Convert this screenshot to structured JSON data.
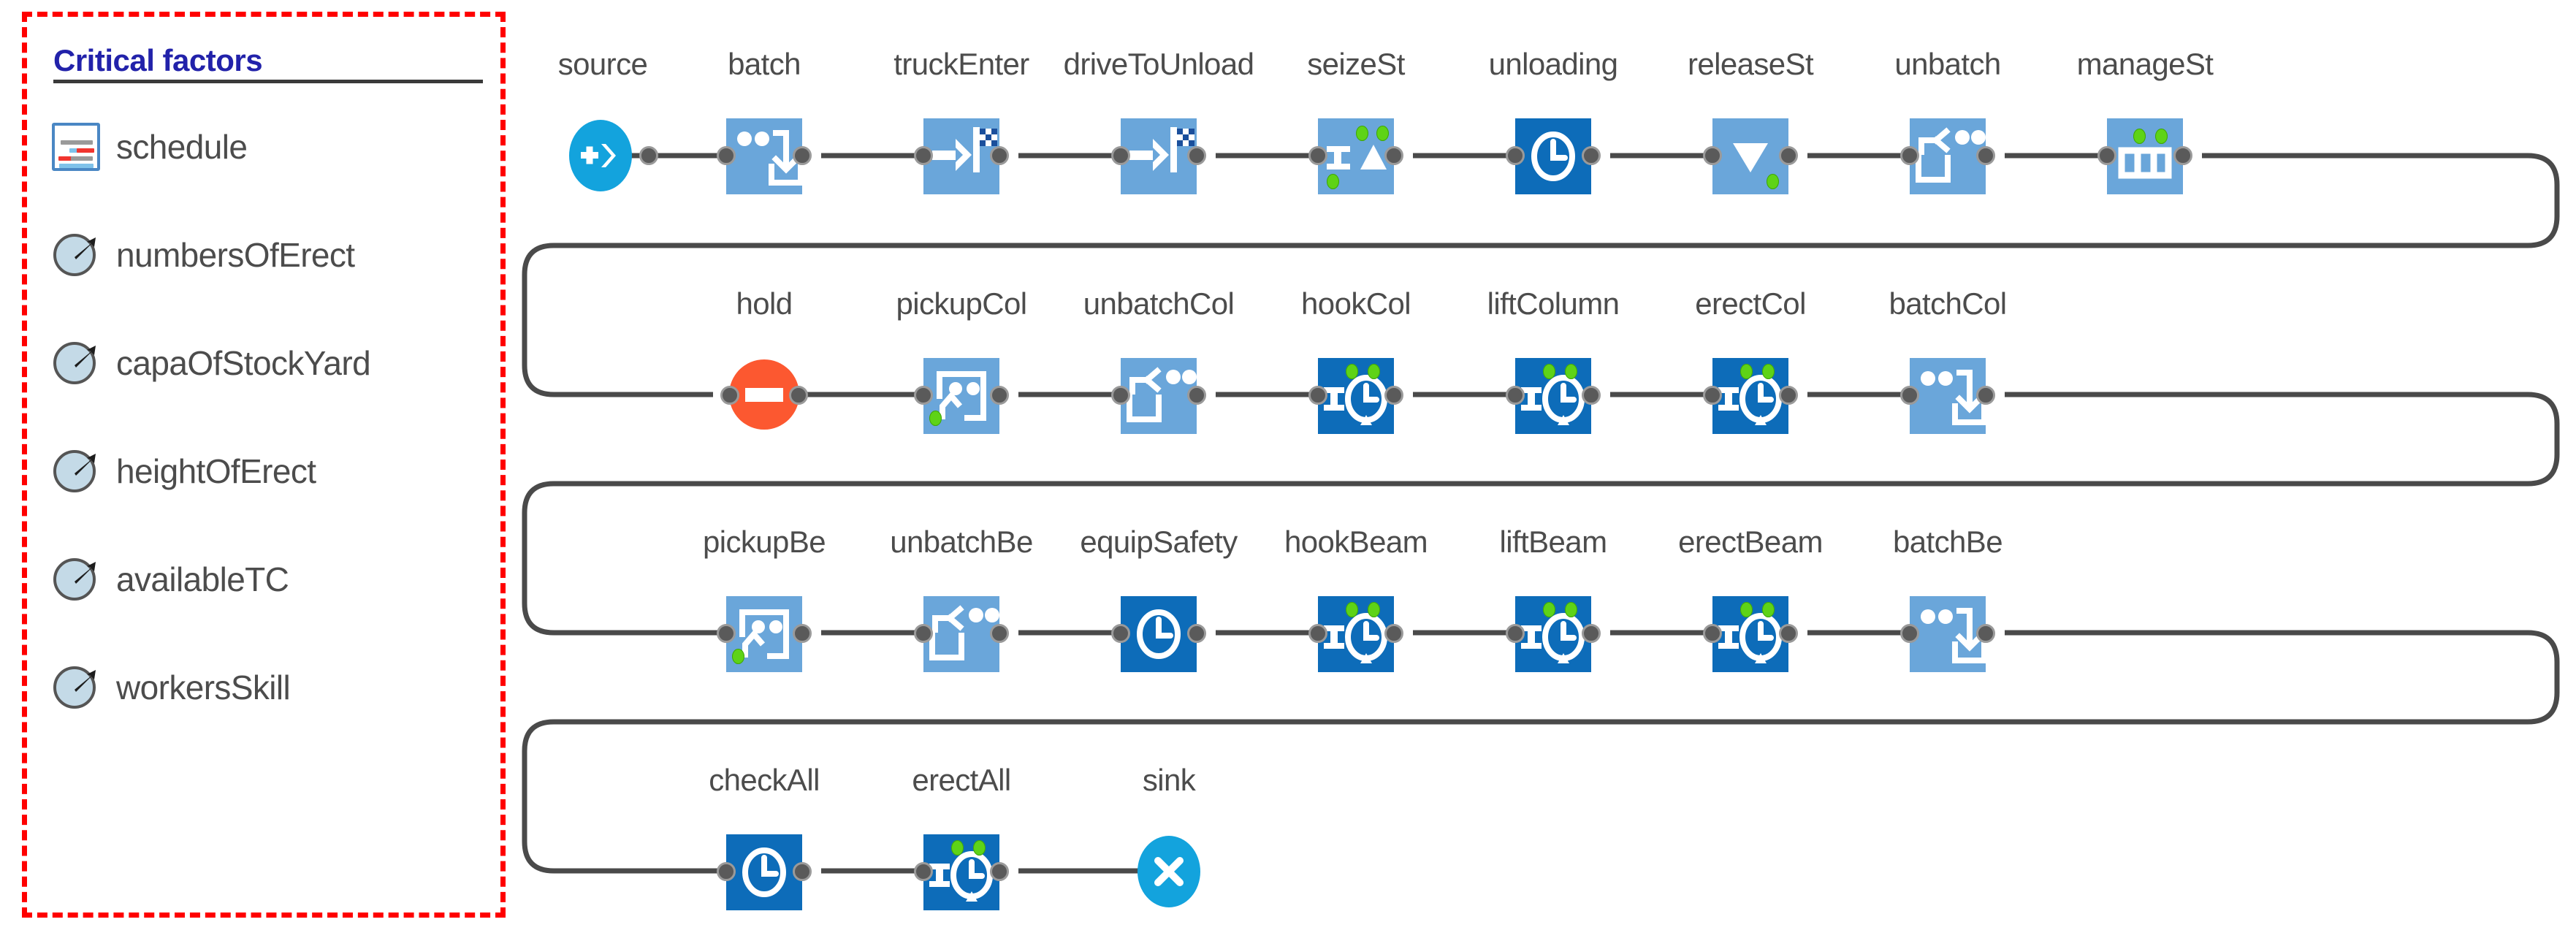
{
  "panel": {
    "title": "Critical factors",
    "border_color": "#ff0000",
    "title_color": "#2222aa",
    "items": [
      {
        "label": "schedule",
        "icon": "schedule-gantt-icon"
      },
      {
        "label": "numbersOfErect",
        "icon": "parameter-dial-icon"
      },
      {
        "label": "capaOfStockYard",
        "icon": "parameter-dial-icon"
      },
      {
        "label": "heightOfErect",
        "icon": "parameter-dial-icon"
      },
      {
        "label": "availableTC",
        "icon": "parameter-dial-icon"
      },
      {
        "label": "workersSkill",
        "icon": "parameter-dial-icon"
      }
    ]
  },
  "colors": {
    "block_light": "#6aa6da",
    "block_dark": "#0d6cb9",
    "source_sink": "#13a3dd",
    "hold": "#fc5830",
    "status_dot": "#5ed317",
    "wire": "#4a4a4a",
    "label_text": "#4c4c4c"
  },
  "flow": {
    "rows": [
      {
        "id": "row-1",
        "nodes": [
          {
            "label": "source",
            "shape": "ellipse",
            "icon": "source-plus-arrow-icon",
            "fill": "source_sink"
          },
          {
            "label": "batch",
            "shape": "block",
            "icon": "batch-icon",
            "fill": "light",
            "dots": []
          },
          {
            "label": "truckEnter",
            "shape": "block",
            "icon": "enter-flag-icon",
            "fill": "light",
            "dots": []
          },
          {
            "label": "driveToUnload",
            "shape": "block",
            "icon": "enter-flag-icon",
            "fill": "light",
            "dots": []
          },
          {
            "label": "seizeSt",
            "shape": "block",
            "icon": "seize-resource-icon",
            "fill": "light",
            "dots": [
              "tl",
              "tr",
              "bl"
            ]
          },
          {
            "label": "unloading",
            "shape": "block",
            "icon": "delay-clock-icon",
            "fill": "dark",
            "dots": []
          },
          {
            "label": "releaseSt",
            "shape": "block",
            "icon": "release-triangle-icon",
            "fill": "light",
            "dots": [
              "br"
            ]
          },
          {
            "label": "unbatch",
            "shape": "block",
            "icon": "unbatch-icon",
            "fill": "light",
            "dots": []
          },
          {
            "label": "manageSt",
            "shape": "block",
            "icon": "resource-pool-icon",
            "fill": "light",
            "dots": [
              "tl",
              "tr"
            ]
          }
        ]
      },
      {
        "id": "row-2",
        "nodes": [
          {
            "label": "hold",
            "shape": "hold",
            "icon": "hold-bar-icon",
            "fill": "hold"
          },
          {
            "label": "pickupCol",
            "shape": "block",
            "icon": "pickup-icon",
            "fill": "light",
            "dots": [
              "bl"
            ]
          },
          {
            "label": "unbatchCol",
            "shape": "block",
            "icon": "unbatch-icon",
            "fill": "light",
            "dots": []
          },
          {
            "label": "hookCol",
            "shape": "block",
            "icon": "seize-delay-clock-icon",
            "fill": "dark",
            "dots": [
              "tl",
              "tr"
            ]
          },
          {
            "label": "liftColumn",
            "shape": "block",
            "icon": "seize-delay-clock-icon",
            "fill": "dark",
            "dots": [
              "tl",
              "tr"
            ]
          },
          {
            "label": "erectCol",
            "shape": "block",
            "icon": "seize-delay-clock-icon",
            "fill": "dark",
            "dots": [
              "tl",
              "tr"
            ]
          },
          {
            "label": "batchCol",
            "shape": "block",
            "icon": "batch-icon",
            "fill": "light",
            "dots": []
          }
        ]
      },
      {
        "id": "row-3",
        "nodes": [
          {
            "label": "pickupBe",
            "shape": "block",
            "icon": "pickup-icon",
            "fill": "light",
            "dots": [
              "bl"
            ]
          },
          {
            "label": "unbatchBe",
            "shape": "block",
            "icon": "unbatch-icon",
            "fill": "light",
            "dots": []
          },
          {
            "label": "equipSafety",
            "shape": "block",
            "icon": "delay-clock-icon",
            "fill": "dark",
            "dots": []
          },
          {
            "label": "hookBeam",
            "shape": "block",
            "icon": "seize-delay-clock-icon",
            "fill": "dark",
            "dots": [
              "tl",
              "tr"
            ]
          },
          {
            "label": "liftBeam",
            "shape": "block",
            "icon": "seize-delay-clock-icon",
            "fill": "dark",
            "dots": [
              "tl",
              "tr"
            ]
          },
          {
            "label": "erectBeam",
            "shape": "block",
            "icon": "seize-delay-clock-icon",
            "fill": "dark",
            "dots": [
              "tl",
              "tr"
            ]
          },
          {
            "label": "batchBe",
            "shape": "block",
            "icon": "batch-icon",
            "fill": "light",
            "dots": []
          }
        ]
      },
      {
        "id": "row-4",
        "nodes": [
          {
            "label": "checkAll",
            "shape": "block",
            "icon": "delay-clock-icon",
            "fill": "dark",
            "dots": []
          },
          {
            "label": "erectAll",
            "shape": "block",
            "icon": "seize-delay-clock-icon",
            "fill": "dark",
            "dots": [
              "tl",
              "tr"
            ]
          },
          {
            "label": "sink",
            "shape": "ellipse",
            "icon": "sink-x-icon",
            "fill": "source_sink"
          }
        ]
      }
    ]
  }
}
